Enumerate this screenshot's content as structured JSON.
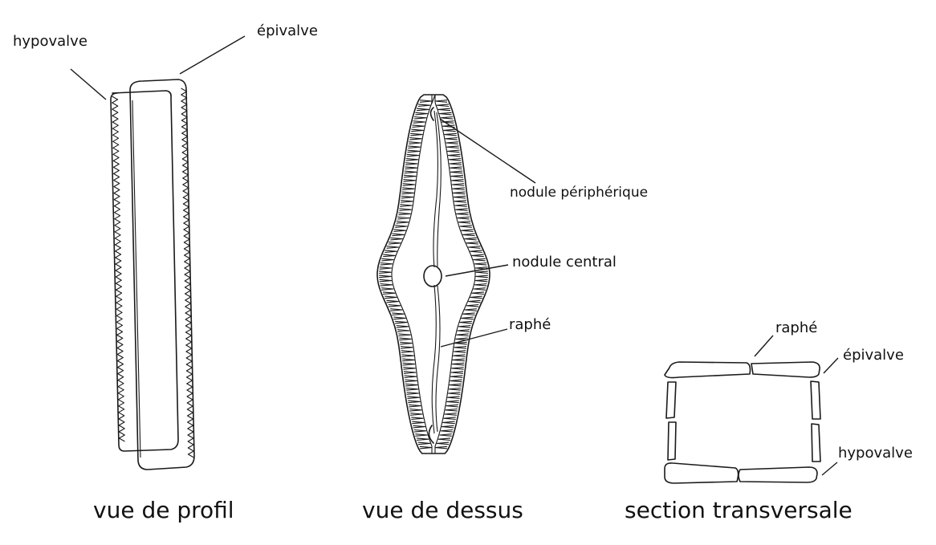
{
  "labels": {
    "hypovalve_left": "hypovalve",
    "epivalve_left": "épivalve",
    "nodule_peripherique": "nodule périphérique",
    "nodule_central": "nodule central",
    "raphe_top": "raphé",
    "raphe_section": "raphé",
    "epivalve_right": "épivalve",
    "hypovalve_right": "hypovalve"
  },
  "captions": {
    "profil": "vue de profil",
    "dessus": "vue de dessus",
    "section": "section transversale"
  }
}
